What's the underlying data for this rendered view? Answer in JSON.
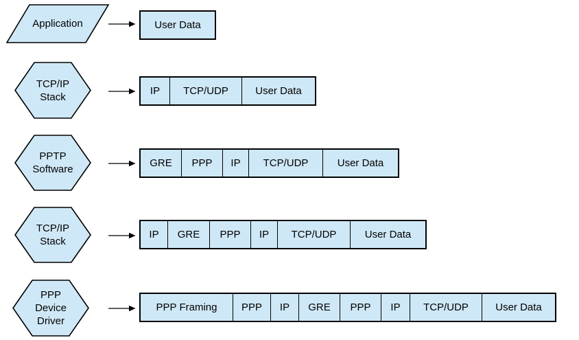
{
  "diagram": {
    "colors": {
      "shape_fill": "#cfe8f7",
      "shape_stroke": "#000000",
      "background": "#ffffff",
      "text": "#000000"
    },
    "rows": [
      {
        "shape": "parallelogram",
        "shape_label": "Application",
        "segments": [
          "User Data"
        ]
      },
      {
        "shape": "hexagon",
        "shape_label": "TCP/IP\nStack",
        "segments": [
          "IP",
          "TCP/UDP",
          "User Data"
        ]
      },
      {
        "shape": "hexagon",
        "shape_label": "PPTP\nSoftware",
        "segments": [
          "GRE",
          "PPP",
          "IP",
          "TCP/UDP",
          "User Data"
        ]
      },
      {
        "shape": "hexagon",
        "shape_label": "TCP/IP\nStack",
        "segments": [
          "IP",
          "GRE",
          "PPP",
          "IP",
          "TCP/UDP",
          "User Data"
        ]
      },
      {
        "shape": "hexagon",
        "shape_label": "PPP\nDevice\nDriver",
        "segments": [
          "PPP Framing",
          "PPP",
          "IP",
          "GRE",
          "PPP",
          "IP",
          "TCP/UDP",
          "User Data"
        ]
      }
    ]
  }
}
